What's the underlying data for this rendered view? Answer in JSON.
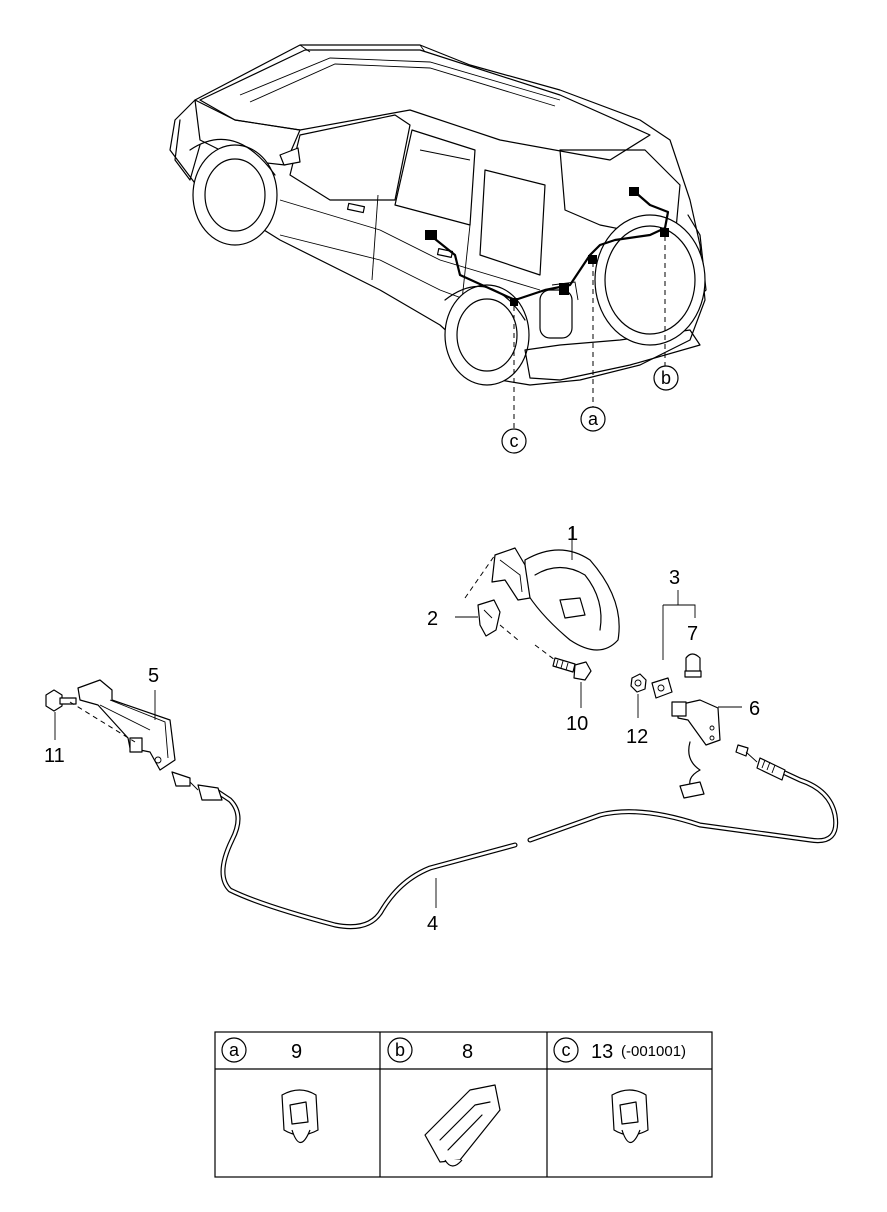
{
  "callouts": {
    "a": "a",
    "b": "b",
    "c": "c"
  },
  "parts": {
    "p1": "1",
    "p2": "2",
    "p3": "3",
    "p4": "4",
    "p5": "5",
    "p6": "6",
    "p7": "7",
    "p10": "10",
    "p11": "11",
    "p12": "12"
  },
  "clip_table": {
    "cells": [
      {
        "letter": "a",
        "part": "9",
        "note": ""
      },
      {
        "letter": "b",
        "part": "8",
        "note": ""
      },
      {
        "letter": "c",
        "part": "13",
        "note": "(-001001)"
      }
    ]
  }
}
